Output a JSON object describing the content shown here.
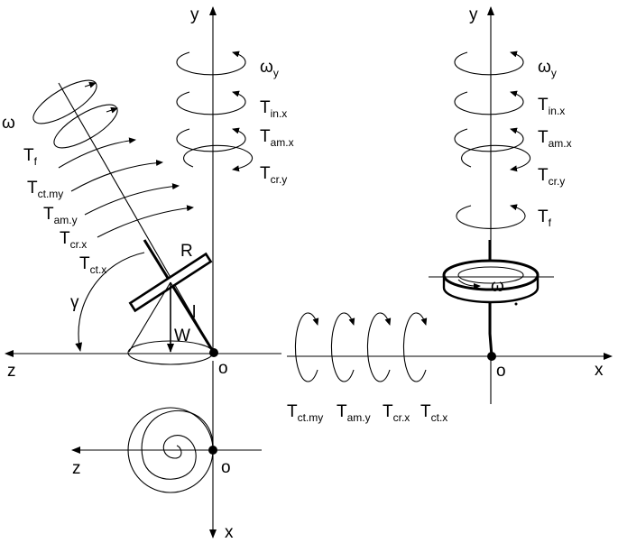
{
  "left_view": {
    "axes": {
      "y": "y",
      "z": "z",
      "origin": "o"
    },
    "labels": {
      "omega": "ω",
      "R": "R",
      "l": "l",
      "W": "W",
      "gamma": "γ"
    },
    "torques_y": [
      {
        "base": "ω",
        "sub": "y"
      },
      {
        "base": "T",
        "sub": "in.x"
      },
      {
        "base": "T",
        "sub": "am.x"
      },
      {
        "base": "T",
        "sub": "cr.y"
      }
    ],
    "torques_spin": [
      {
        "base": "T",
        "sub": "f"
      },
      {
        "base": "T",
        "sub": "ct.my"
      },
      {
        "base": "T",
        "sub": "am.y"
      },
      {
        "base": "T",
        "sub": "cr.x"
      },
      {
        "base": "T",
        "sub": "ct.x"
      }
    ]
  },
  "bottom_view": {
    "axes": {
      "z": "z",
      "x": "x",
      "origin": "o"
    }
  },
  "right_view": {
    "axes": {
      "y": "y",
      "x": "x",
      "origin": "o"
    },
    "labels": {
      "omega": "ω"
    },
    "torques_y": [
      {
        "base": "ω",
        "sub": "y"
      },
      {
        "base": "T",
        "sub": "in.x"
      },
      {
        "base": "T",
        "sub": "am.x"
      },
      {
        "base": "T",
        "sub": "cr.y"
      },
      {
        "base": "T",
        "sub": "f"
      }
    ],
    "torques_x": [
      {
        "base": "T",
        "sub": "ct.my"
      },
      {
        "base": "T",
        "sub": "am.y"
      },
      {
        "base": "T",
        "sub": "cr.x"
      },
      {
        "base": "T",
        "sub": "ct.x"
      }
    ]
  }
}
